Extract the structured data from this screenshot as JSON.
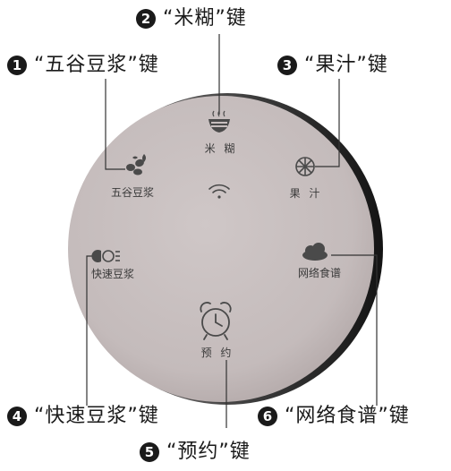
{
  "callouts": [
    {
      "num": "1",
      "text": "“五谷豆浆”键"
    },
    {
      "num": "2",
      "text": "“米糊”键"
    },
    {
      "num": "3",
      "text": "“果汁”键"
    },
    {
      "num": "4",
      "text": "“快速豆浆”键"
    },
    {
      "num": "5",
      "text": "“预约”键"
    },
    {
      "num": "6",
      "text": "“网络食谱”键"
    }
  ],
  "panel_keys": {
    "rice_paste": "米 糊",
    "grain_soymilk": "五谷豆浆",
    "juice": "果 汁",
    "quick_soymilk": "快速豆浆",
    "online_recipes": "网络食谱",
    "schedule": "预 约"
  },
  "colors": {
    "panel_fill": "#c7bebe",
    "panel_rim": "#2e2e2e",
    "icon": "#4a4a4a",
    "leader_line": "#333333"
  }
}
